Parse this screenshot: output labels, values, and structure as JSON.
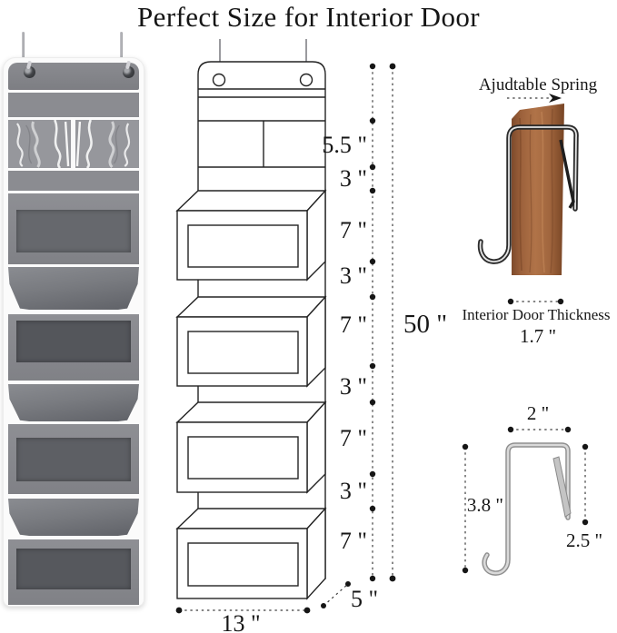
{
  "title": "Perfect Size for Interior Door",
  "colors": {
    "fabric_gray": "#85868b",
    "wood_brown": "#a26a48",
    "metal_silver": "#c6c6c6",
    "line_black": "#232323"
  },
  "organizer_diagram": {
    "segments": [
      "5.5 \"",
      "3 \"",
      "7 \"",
      "3 \"",
      "7 \"",
      "3 \"",
      "7 \"",
      "3 \"",
      "7 \""
    ],
    "total_height": "50 \"",
    "width": "13 \"",
    "depth": "5 \""
  },
  "door_hook": {
    "label": "Ajudtable Spring",
    "thickness_label": "Interior Door Thickness",
    "thickness_value": "1.7 \""
  },
  "metal_hook": {
    "top_width": "2 \"",
    "side_length": "3.8 \"",
    "clip_length": "2.5 \""
  }
}
